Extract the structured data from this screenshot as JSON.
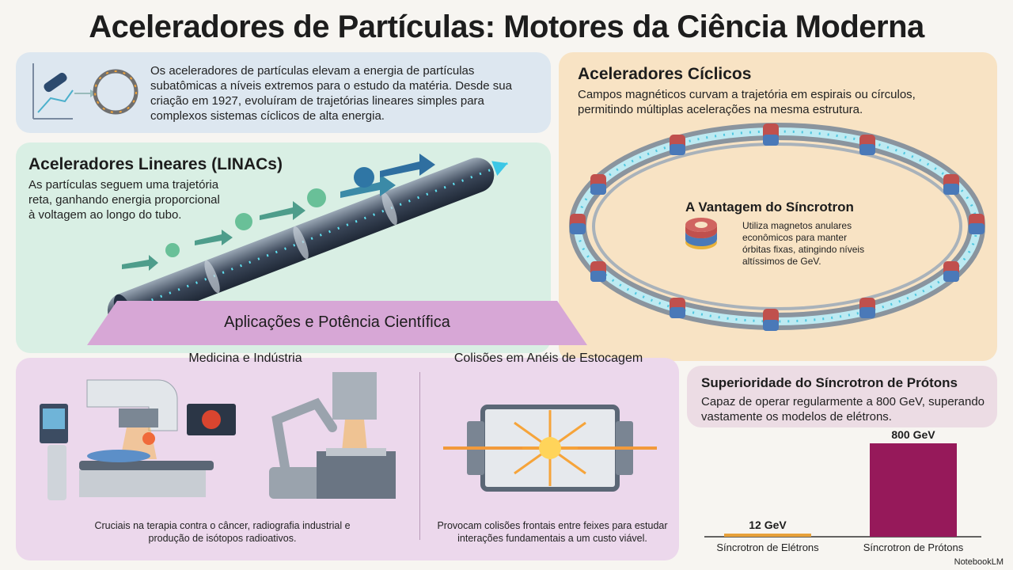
{
  "title": "Aceleradores de Partículas: Motores da Ciência Moderna",
  "intro": {
    "text": "Os aceleradores de partículas elevam a energia de partículas subatômicas a níveis extremos para o estudo da matéria. Desde sua criação em 1927, evoluíram de trajetórias lineares simples para complexos sistemas cíclicos de alta energia."
  },
  "linac": {
    "heading": "Aceleradores Lineares (LINACs)",
    "text": "As partículas seguem uma trajetória reta, ganhando energia proporcional à voltagem ao longo do tubo."
  },
  "cyclic": {
    "heading": "Aceleradores Cíclicos",
    "text": "Campos magnéticos curvam a trajetória em espirais ou círculos, permitindo múltiplas acelerações na mesma estrutura.",
    "advantage_heading": "A Vantagem do Síncrotron",
    "advantage_text": "Utiliza magnetos anulares econômicos para manter órbitas fixas, atingindo níveis altíssimos de GeV."
  },
  "applications": {
    "heading": "Aplicações e Potência Científica",
    "medicine": {
      "heading": "Medicina e Indústria",
      "caption": "Cruciais na terapia contra o câncer, radiografia industrial e produção de isótopos radioativos."
    },
    "collisions": {
      "heading": "Colisões em Anéis de Estocagem",
      "caption": "Provocam colisões frontais entre feixes para estudar interações fundamentais a um custo viável."
    }
  },
  "superiority": {
    "heading": "Superioridade do Síncrotron de Prótons",
    "text": "Capaz de operar regularmente a 800 GeV, superando vastamente os modelos de elétrons."
  },
  "chart_data": {
    "type": "bar",
    "categories": [
      "Síncrotron de Elétrons",
      "Síncrotron de Prótons"
    ],
    "values": [
      12,
      800
    ],
    "value_labels": [
      "12 GeV",
      "800 GeV"
    ],
    "colors": [
      "#e8a13a",
      "#96195a"
    ],
    "ylim": [
      0,
      800
    ]
  },
  "watermark": "NotebookLM"
}
